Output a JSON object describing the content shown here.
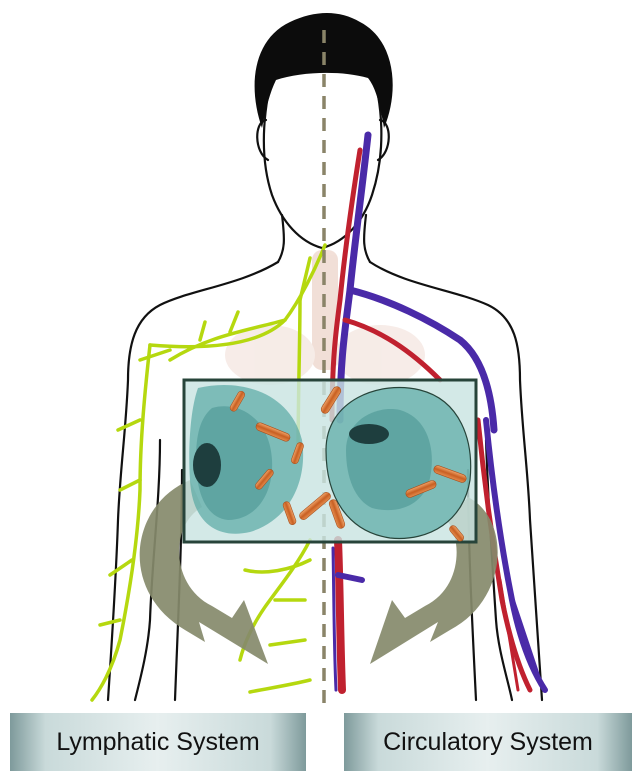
{
  "labels": {
    "left": "Lymphatic System",
    "right": "Circulatory System"
  },
  "colors": {
    "lymph_vessels": "#b5d80f",
    "artery": "#c0212f",
    "vein": "#4a2aa8",
    "hair": "#0c0c0c",
    "midline": "#8a8468",
    "arrow": "#868a6b",
    "inset_frame": "#27443a",
    "inset_fill": "#c9e4e2",
    "cell_body": "#58a8a4",
    "nucleus": "#1e3e3e",
    "bacteria": "#d4753a",
    "label_bar": "#a9c2c2"
  },
  "icons": [
    "human-body-outline",
    "curved-arrow",
    "cell",
    "bacterium"
  ]
}
